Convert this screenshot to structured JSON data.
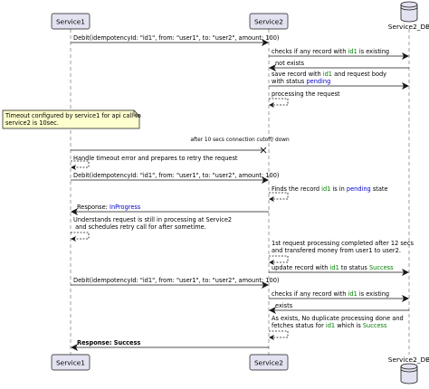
{
  "participants": {
    "service1": "Service1",
    "service2": "Service2",
    "db": "Service2_DB"
  },
  "messages": {
    "m1": "Debit(idempotencyId: \"id1\", from: \"user1\", to: \"user2\", amount: 100)",
    "m2a": "checks if any record with ",
    "m2b": "id1",
    "m2c": " is existing",
    "m3": "not exists",
    "m4a": "save record with ",
    "m4b": "id1",
    "m4c": " and request body",
    "m4d": "with status ",
    "m4e": "pending",
    "m5": "processing the request",
    "timeout_label": "after 10 secs connection cutoff/ down",
    "m6": "Handle timeout error and prepares to retry the request",
    "m7": "Debit(idempotencyId: \"id1\", from: \"user1\", to: \"user2\", amount: 100)",
    "m8a": "Finds the record ",
    "m8b": "id1",
    "m8c": " is in ",
    "m8d": "pending",
    "m8e": " state",
    "m9a": "Response: ",
    "m9b": "InProgress",
    "m10a": "Understands request is still in processing at Service2",
    "m10b": " and schedules retry call for after sometime.",
    "m11a": "1st request processing completed after 12 secs",
    "m11b": "and transfered money from user1 to user2.",
    "m12a": "update record with ",
    "m12b": "id1",
    "m12c": " to status ",
    "m12d": "Success",
    "m13": "Debit(idempotencyId: \"id1\", from: \"user1\", to: \"user2\", amount: 100)",
    "m14a": "checks if any record with ",
    "m14b": "id1",
    "m14c": " is existing",
    "m15": "exists",
    "m16a": "As exists, No duplicate processing done and",
    "m16b": "fetches status for ",
    "m16c": "id1",
    "m16d": " which is ",
    "m16e": "Success",
    "m17": "Response: Success"
  },
  "note": {
    "line1": "Timeout configured by service1 for api call to",
    "line2": "service2 is 10sec."
  },
  "colors": {
    "participant_fill": "#e2e2f0",
    "participant_border": "#181818",
    "note_fill": "#fefece",
    "id_green": "#008000",
    "status_blue": "#0000cc",
    "timeout_red": "#cc0000",
    "success_green": "#008000"
  },
  "icons": {
    "database": "cylinder-icon"
  }
}
